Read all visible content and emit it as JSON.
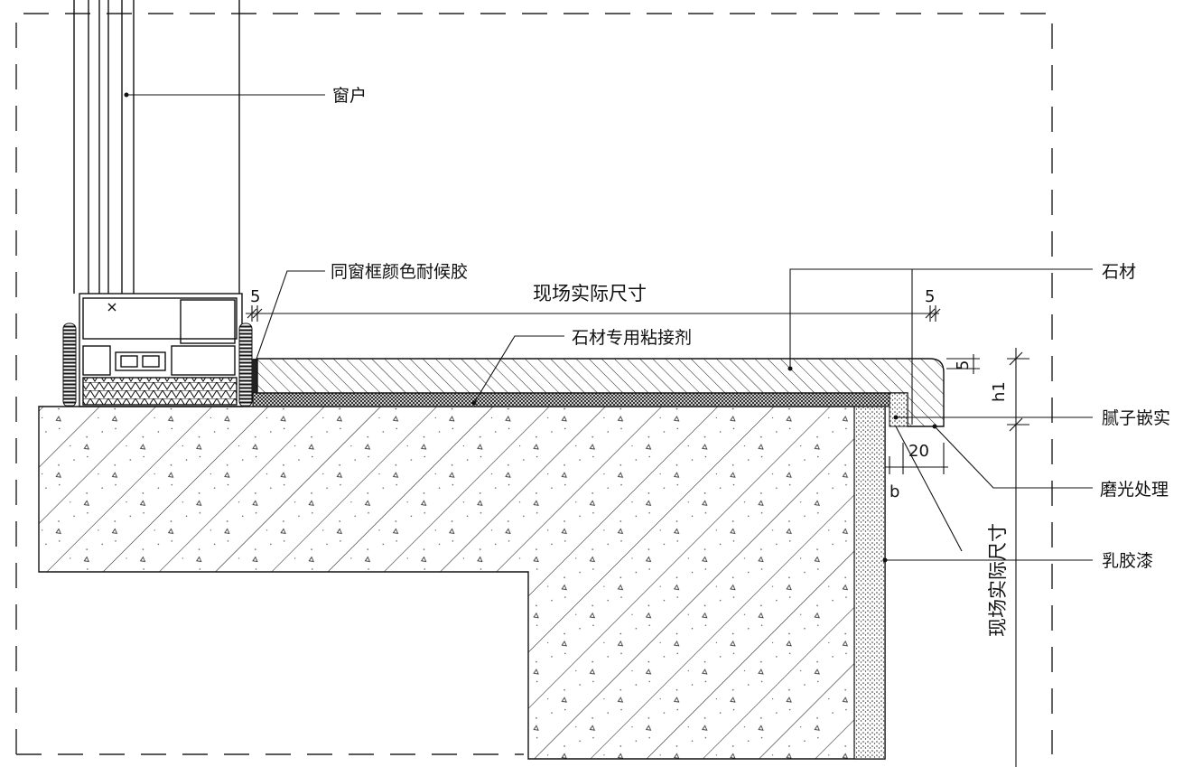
{
  "title": "窗台石材节点详图",
  "labels": {
    "window": "窗户",
    "sealant": "同窗框颜色耐候胶",
    "stone_adhesive": "石材专用粘接剂",
    "stone": "石材",
    "putty": "腻子嵌实",
    "polish": "磨光处理",
    "latex_paint": "乳胶漆"
  },
  "dimensions": {
    "site_width": "现场实际尺寸",
    "site_height": "现场实际尺寸",
    "gap_left": "5",
    "gap_right": "5",
    "edge_chamfer": "5",
    "h1": "h1",
    "lip_width": "20",
    "b": "b"
  },
  "colors": {
    "line": "#111111",
    "background": "#ffffff"
  }
}
